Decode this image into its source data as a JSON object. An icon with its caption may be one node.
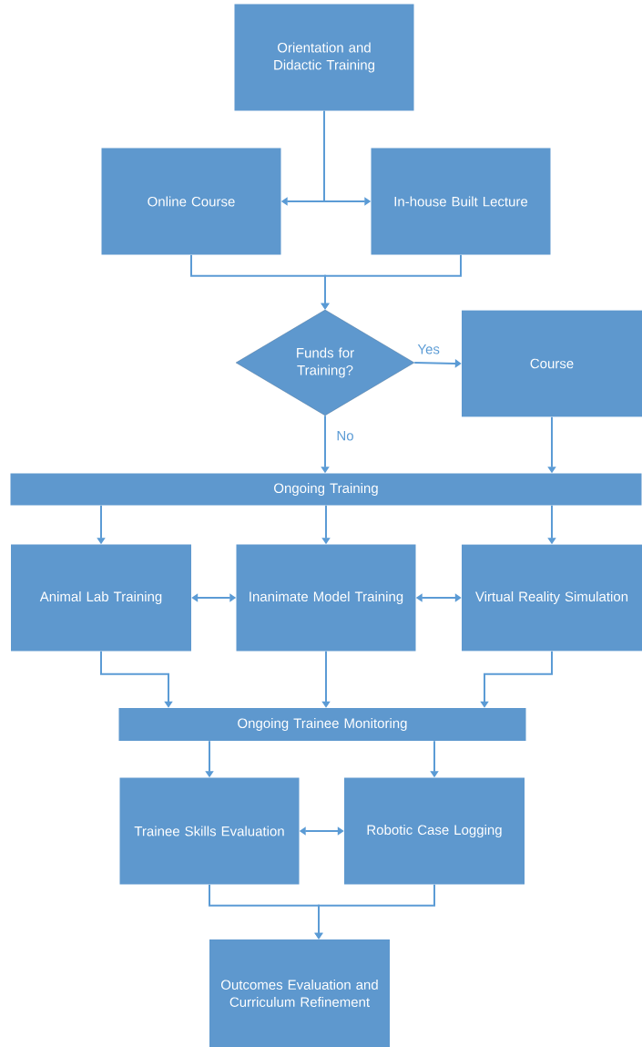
{
  "diagram": {
    "nodes": [
      {
        "text": [
          "Orientation and Didactic Training"
        ]
      },
      {
        "text": [
          "Online Course"
        ]
      },
      {
        "text": [
          "In-house Built Lecture"
        ]
      },
      {
        "text": [
          "Funds for Training?"
        ]
      },
      {
        "text": [
          "Course"
        ]
      },
      {
        "text": [
          "Ongoing Training"
        ]
      },
      {
        "text": [
          "Animal Lab Training"
        ]
      },
      {
        "text": [
          "Inanimate Model Training"
        ]
      },
      {
        "text": [
          "Virtual Reality Simulation"
        ]
      },
      {
        "text": [
          "Ongoing Trainee Monitoring"
        ]
      },
      {
        "text": [
          "Trainee Skills Evaluation"
        ]
      },
      {
        "text": [
          "Robotic Case Logging"
        ]
      },
      {
        "text": [
          "Outcomes Evaluation and Curriculum Refinement"
        ]
      }
    ],
    "edges": [
      {
        "from": 0,
        "to": 1,
        "arrow": "to"
      },
      {
        "from": 0,
        "to": 2,
        "arrow": "to"
      },
      {
        "from": 1,
        "to": 3,
        "arrow": "to"
      },
      {
        "from": 2,
        "to": 3,
        "arrow": "to"
      },
      {
        "from": 3,
        "to": 4,
        "arrow": "to",
        "label": "Yes"
      },
      {
        "from": 3,
        "to": 5,
        "arrow": "to",
        "label": "No"
      },
      {
        "from": 4,
        "to": 5,
        "arrow": "to"
      },
      {
        "from": 5,
        "to": 6,
        "arrow": "to"
      },
      {
        "from": 5,
        "to": 7,
        "arrow": "to"
      },
      {
        "from": 5,
        "to": 8,
        "arrow": "to"
      },
      {
        "from": 6,
        "to": 7,
        "arrow": "both"
      },
      {
        "from": 7,
        "to": 8,
        "arrow": "both"
      },
      {
        "from": 6,
        "to": 9,
        "arrow": "to"
      },
      {
        "from": 7,
        "to": 9,
        "arrow": "to"
      },
      {
        "from": 8,
        "to": 9,
        "arrow": "to"
      },
      {
        "from": 9,
        "to": 10,
        "arrow": "to"
      },
      {
        "from": 9,
        "to": 11,
        "arrow": "to"
      },
      {
        "from": 10,
        "to": 11,
        "arrow": "both"
      },
      {
        "from": 10,
        "to": 12,
        "arrow": "to"
      },
      {
        "from": 11,
        "to": 12,
        "arrow": "to"
      }
    ]
  }
}
